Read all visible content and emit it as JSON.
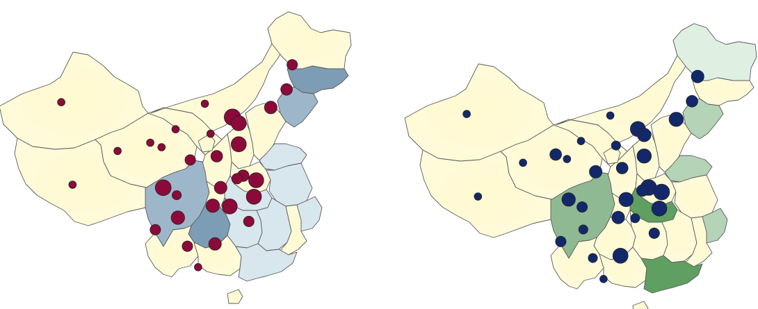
{
  "maps": [
    {
      "id": "left",
      "dot_color": "#8b0a3a",
      "palette": {
        "low": "#fffbdd",
        "mid": "#d8e6ee",
        "high": "#9db6c9",
        "top": "#7d9db6"
      },
      "regions": [
        {
          "name": "xinjiang",
          "level": "low"
        },
        {
          "name": "tibet",
          "level": "low"
        },
        {
          "name": "qinghai",
          "level": "low"
        },
        {
          "name": "gansu",
          "level": "low"
        },
        {
          "name": "inner-mongolia",
          "level": "low"
        },
        {
          "name": "heilongjiang",
          "level": "low"
        },
        {
          "name": "jilin",
          "level": "top"
        },
        {
          "name": "liaoning",
          "level": "high"
        },
        {
          "name": "hebei-beijing",
          "level": "low"
        },
        {
          "name": "shanxi",
          "level": "low"
        },
        {
          "name": "shaanxi",
          "level": "low"
        },
        {
          "name": "ningxia",
          "level": "low"
        },
        {
          "name": "shandong",
          "level": "mid"
        },
        {
          "name": "henan",
          "level": "low"
        },
        {
          "name": "jiangsu-anhui",
          "level": "mid"
        },
        {
          "name": "zhejiang-shanghai",
          "level": "mid"
        },
        {
          "name": "hubei",
          "level": "mid"
        },
        {
          "name": "sichuan",
          "level": "high"
        },
        {
          "name": "chongqing",
          "level": "low"
        },
        {
          "name": "guizhou",
          "level": "top"
        },
        {
          "name": "hunan",
          "level": "mid"
        },
        {
          "name": "jiangxi",
          "level": "mid"
        },
        {
          "name": "fujian",
          "level": "low"
        },
        {
          "name": "yunnan",
          "level": "low"
        },
        {
          "name": "guangxi",
          "level": "low"
        },
        {
          "name": "guangdong",
          "level": "mid"
        },
        {
          "name": "hainan",
          "level": "low"
        }
      ],
      "points": [
        {
          "lon": 86,
          "lat": 42,
          "value": 1
        },
        {
          "lon": 88,
          "lat": 31,
          "value": 1
        },
        {
          "lon": 96,
          "lat": 35.5,
          "value": 1
        },
        {
          "lon": 103.8,
          "lat": 36,
          "value": 1
        },
        {
          "lon": 106.3,
          "lat": 38.4,
          "value": 1
        },
        {
          "lon": 101.8,
          "lat": 36.6,
          "value": 1
        },
        {
          "lon": 111.5,
          "lat": 41.8,
          "value": 1
        },
        {
          "lon": 127,
          "lat": 47,
          "value": 3
        },
        {
          "lon": 126,
          "lat": 43.7,
          "value": 4
        },
        {
          "lon": 123.2,
          "lat": 41.3,
          "value": 5
        },
        {
          "lon": 116.4,
          "lat": 40,
          "value": 10
        },
        {
          "lon": 117.5,
          "lat": 39.2,
          "value": 8
        },
        {
          "lon": 112.5,
          "lat": 37.8,
          "value": 1
        },
        {
          "lon": 108.9,
          "lat": 34.3,
          "value": 3
        },
        {
          "lon": 117.5,
          "lat": 36.4,
          "value": 8
        },
        {
          "lon": 113.6,
          "lat": 34.8,
          "value": 4
        },
        {
          "lon": 118.3,
          "lat": 32.2,
          "value": 4
        },
        {
          "lon": 120.6,
          "lat": 31.6,
          "value": 8
        },
        {
          "lon": 120.2,
          "lat": 29.4,
          "value": 8
        },
        {
          "lon": 117.2,
          "lat": 31.8,
          "value": 3
        },
        {
          "lon": 114.3,
          "lat": 30.6,
          "value": 5
        },
        {
          "lon": 104.1,
          "lat": 30.6,
          "value": 9
        },
        {
          "lon": 106.5,
          "lat": 29.6,
          "value": 2
        },
        {
          "lon": 106.7,
          "lat": 26.6,
          "value": 6
        },
        {
          "lon": 112.9,
          "lat": 28.2,
          "value": 6
        },
        {
          "lon": 115.9,
          "lat": 28.1,
          "value": 8
        },
        {
          "lon": 119.3,
          "lat": 26.1,
          "value": 3
        },
        {
          "lon": 102.7,
          "lat": 25,
          "value": 3
        },
        {
          "lon": 108.4,
          "lat": 22.8,
          "value": 3
        },
        {
          "lon": 113.3,
          "lat": 23.1,
          "value": 5
        },
        {
          "lon": 110.3,
          "lat": 20,
          "value": 1
        }
      ]
    },
    {
      "id": "right",
      "dot_color": "#13286b",
      "palette": {
        "low": "#fffbdd",
        "light": "#dff0e2",
        "mid": "#b5d3b6",
        "high": "#8fb993",
        "top": "#5f9f62"
      },
      "regions": [
        {
          "name": "xinjiang",
          "level": "low"
        },
        {
          "name": "tibet",
          "level": "low"
        },
        {
          "name": "qinghai",
          "level": "low"
        },
        {
          "name": "gansu",
          "level": "low"
        },
        {
          "name": "inner-mongolia",
          "level": "low"
        },
        {
          "name": "heilongjiang",
          "level": "light"
        },
        {
          "name": "jilin",
          "level": "low"
        },
        {
          "name": "liaoning",
          "level": "mid"
        },
        {
          "name": "hebei-beijing",
          "level": "low"
        },
        {
          "name": "shanxi",
          "level": "low"
        },
        {
          "name": "shaanxi",
          "level": "low"
        },
        {
          "name": "ningxia",
          "level": "low"
        },
        {
          "name": "shandong",
          "level": "mid"
        },
        {
          "name": "henan",
          "level": "low"
        },
        {
          "name": "jiangsu-anhui",
          "level": "low"
        },
        {
          "name": "zhejiang-shanghai",
          "level": "mid"
        },
        {
          "name": "hubei",
          "level": "top"
        },
        {
          "name": "sichuan",
          "level": "high"
        },
        {
          "name": "chongqing",
          "level": "low"
        },
        {
          "name": "guizhou",
          "level": "low"
        },
        {
          "name": "hunan",
          "level": "low"
        },
        {
          "name": "jiangxi",
          "level": "low"
        },
        {
          "name": "fujian",
          "level": "low"
        },
        {
          "name": "yunnan",
          "level": "low"
        },
        {
          "name": "guangxi",
          "level": "low"
        },
        {
          "name": "guangdong",
          "level": "top"
        },
        {
          "name": "hainan",
          "level": "low"
        }
      ],
      "points": [
        {
          "lon": 86,
          "lat": 42,
          "value": 1
        },
        {
          "lon": 88,
          "lat": 31,
          "value": 1
        },
        {
          "lon": 96,
          "lat": 35.5,
          "value": 1
        },
        {
          "lon": 103.8,
          "lat": 36,
          "value": 1
        },
        {
          "lon": 106.3,
          "lat": 38.4,
          "value": 1
        },
        {
          "lon": 101.8,
          "lat": 36.6,
          "value": 4
        },
        {
          "lon": 111.5,
          "lat": 41.8,
          "value": 1
        },
        {
          "lon": 127,
          "lat": 47,
          "value": 5
        },
        {
          "lon": 126,
          "lat": 43.7,
          "value": 4
        },
        {
          "lon": 123.2,
          "lat": 41.3,
          "value": 7
        },
        {
          "lon": 116.4,
          "lat": 40,
          "value": 8
        },
        {
          "lon": 117.5,
          "lat": 39.2,
          "value": 6
        },
        {
          "lon": 112.5,
          "lat": 37.8,
          "value": 2
        },
        {
          "lon": 108.9,
          "lat": 34.3,
          "value": 5
        },
        {
          "lon": 117.5,
          "lat": 36.4,
          "value": 7
        },
        {
          "lon": 113.6,
          "lat": 34.8,
          "value": 4
        },
        {
          "lon": 118.3,
          "lat": 32.2,
          "value": 9
        },
        {
          "lon": 120.6,
          "lat": 31.6,
          "value": 9
        },
        {
          "lon": 120.2,
          "lat": 29.4,
          "value": 8
        },
        {
          "lon": 117.2,
          "lat": 31.8,
          "value": 4
        },
        {
          "lon": 114.3,
          "lat": 30.6,
          "value": 7
        },
        {
          "lon": 104.1,
          "lat": 30.6,
          "value": 6
        },
        {
          "lon": 106.5,
          "lat": 29.6,
          "value": 3
        },
        {
          "lon": 106.7,
          "lat": 26.6,
          "value": 2
        },
        {
          "lon": 112.9,
          "lat": 28.2,
          "value": 5
        },
        {
          "lon": 115.9,
          "lat": 28.1,
          "value": 2
        },
        {
          "lon": 119.3,
          "lat": 26.1,
          "value": 3
        },
        {
          "lon": 102.7,
          "lat": 25,
          "value": 3
        },
        {
          "lon": 108.4,
          "lat": 22.8,
          "value": 2
        },
        {
          "lon": 113.3,
          "lat": 23.1,
          "value": 8
        },
        {
          "lon": 110.3,
          "lat": 20,
          "value": 1
        }
      ]
    }
  ]
}
